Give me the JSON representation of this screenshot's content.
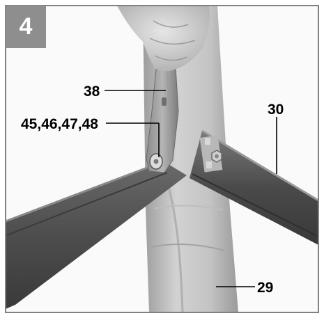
{
  "figure": {
    "step_number": "4",
    "callouts": {
      "c38": "38",
      "c45": "45,46,47,48",
      "c30": "30",
      "c29": "29"
    }
  },
  "colors": {
    "frame": "#808080",
    "badge": "#8e8e8e",
    "background": "#fafafa",
    "post": "#c7c7c7",
    "beam": "#4e4e4e"
  }
}
